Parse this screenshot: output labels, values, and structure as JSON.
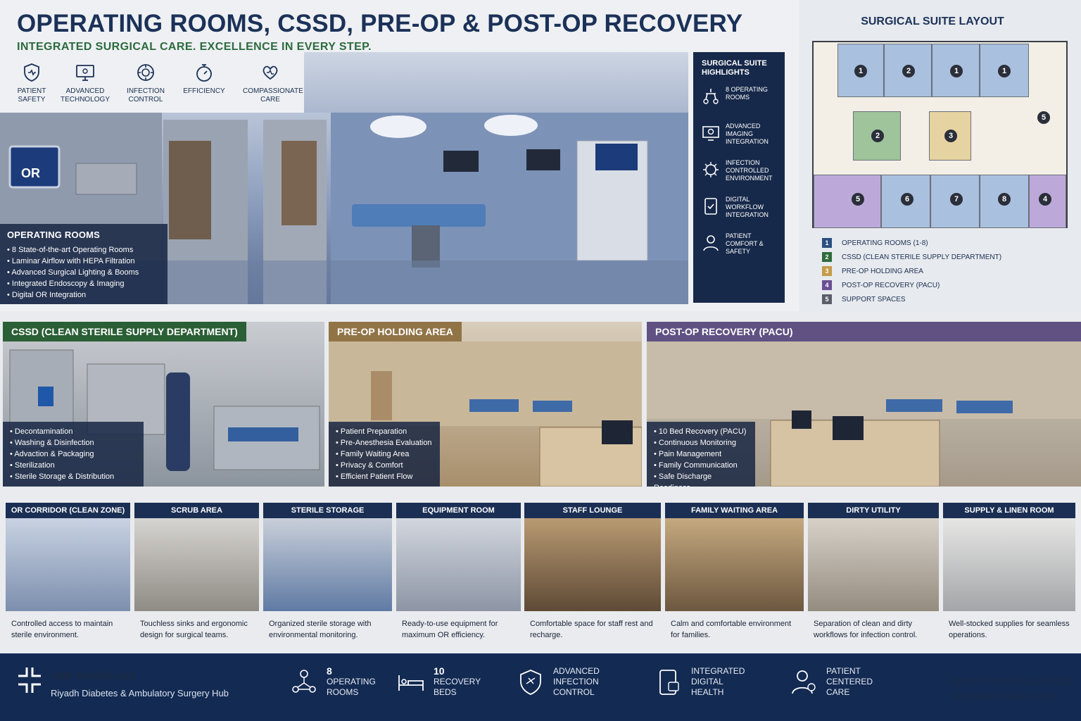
{
  "header": {
    "title": "OPERATING ROOMS, CSSD, PRE-OP & POST-OP RECOVERY",
    "subtitle": "INTEGRATED SURGICAL CARE.  EXCELLENCE IN EVERY STEP."
  },
  "values": [
    {
      "label": "PATIENT SAFETY",
      "icon": "shield-heart-icon"
    },
    {
      "label": "ADVANCED TECHNOLOGY",
      "icon": "monitor-icon"
    },
    {
      "label": "INFECTION CONTROL",
      "icon": "virus-shield-icon"
    },
    {
      "label": "EFFICIENCY",
      "icon": "stopwatch-icon"
    },
    {
      "label": "COMPASSIONATE CARE",
      "icon": "heart-hand-icon"
    }
  ],
  "operating_rooms": {
    "heading": "OPERATING ROOMS",
    "items": [
      "8 State-of-the-art Operating Rooms",
      "Laminar Airflow with HEPA Filtration",
      "Advanced Surgical Lighting & Booms",
      "Integrated Endoscopy & Imaging",
      "Digital OR Integration"
    ],
    "door_screen": "OR"
  },
  "highlights": {
    "heading": "SURGICAL SUITE HIGHLIGHTS",
    "items": [
      {
        "label": "8 OPERATING ROOMS",
        "icon": "surgical-light-icon"
      },
      {
        "label": "ADVANCED IMAGING INTEGRATION",
        "icon": "imaging-monitor-icon"
      },
      {
        "label": "INFECTION CONTROLLED ENVIRONMENT",
        "icon": "virus-icon"
      },
      {
        "label": "DIGITAL WORKFLOW INTEGRATION",
        "icon": "tablet-icon"
      },
      {
        "label": "PATIENT COMFORT & SAFETY",
        "icon": "patient-icon"
      }
    ]
  },
  "layout": {
    "title": "SURGICAL SUITE LAYOUT",
    "plan_numbers": [
      "1",
      "2",
      "1",
      "1",
      "2",
      "3",
      "5",
      "5",
      "6",
      "7",
      "8",
      "4"
    ],
    "legend": [
      {
        "num": "1",
        "label": "OPERATING ROOMS (1-8)",
        "color": "#2c4f80"
      },
      {
        "num": "2",
        "label": "CSSD (CLEAN STERILE SUPPLY DEPARTMENT)",
        "color": "#2f6b3d"
      },
      {
        "num": "3",
        "label": "PRE-OP HOLDING AREA",
        "color": "#c49b4b"
      },
      {
        "num": "4",
        "label": "POST-OP RECOVERY (PACU)",
        "color": "#6b4f93"
      },
      {
        "num": "5",
        "label": "SUPPORT SPACES",
        "color": "#5a5f68"
      }
    ],
    "colors": {
      "or": "#a9c0de",
      "cssd": "#9fc49b",
      "preop": "#e5d3a1",
      "pacu": "#bca9d9",
      "support": "#e3ddd1"
    }
  },
  "sections": [
    {
      "title": "CSSD (CLEAN STERILE SUPPLY DEPARTMENT)",
      "color": "#2b5f36",
      "items": [
        "Decontamination",
        "Washing & Disinfection",
        "Advaction & Packaging",
        "Sterilization",
        "Sterile Storage & Distribution"
      ]
    },
    {
      "title": "PRE-OP HOLDING AREA",
      "color": "#8a6a3a",
      "items": [
        "Patient Preparation",
        "Pre-Anesthesia Evaluation",
        "Family Waiting Area",
        "Privacy & Comfort",
        "Efficient Patient Flow"
      ]
    },
    {
      "title": "POST-OP RECOVERY (PACU)",
      "color": "#56467d",
      "items": [
        "10 Bed Recovery (PACU)",
        "Continuous Monitoring",
        "Pain Management",
        "Family Communication",
        "Safe Discharge Readiness"
      ]
    }
  ],
  "spaces": [
    {
      "title": "OR CORRIDOR (CLEAN ZONE)",
      "text": "Controlled access to maintain sterile environment."
    },
    {
      "title": "SCRUB AREA",
      "text": "Touchless sinks and ergonomic design for surgical teams."
    },
    {
      "title": "STERILE STORAGE",
      "text": "Organized sterile storage with environmental monitoring."
    },
    {
      "title": "EQUIPMENT ROOM",
      "text": "Ready-to-use equipment for maximum OR efficiency."
    },
    {
      "title": "STAFF LOUNGE",
      "text": "Comfortable space for staff rest and recharge."
    },
    {
      "title": "FAMILY WAITING AREA",
      "text": "Calm and comfortable environment for families."
    },
    {
      "title": "DIRTY UTILITY",
      "text": "Separation of clean and dirty workflows for infection control."
    },
    {
      "title": "SUPPLY & LINEN ROOM",
      "text": "Well-stocked supplies for seamless operations."
    }
  ],
  "footer": {
    "brand": "AMI Healthcare",
    "brand_sub": "Riyadh Diabetes & Ambulatory Surgery Hub",
    "stats": [
      {
        "big": "8",
        "l1": "OPERATING",
        "l2": "ROOMS",
        "icon": "network-icon"
      },
      {
        "big": "10",
        "l1": "RECOVERY",
        "l2": "BEDS",
        "icon": "bed-icon"
      },
      {
        "big": "ADVANCED",
        "l1": "INFECTION",
        "l2": "CONTROL",
        "icon": "shield-icon"
      },
      {
        "big": "INTEGRATED",
        "l1": "DIGITAL",
        "l2": "HEALTH",
        "icon": "phone-icon"
      },
      {
        "big": "PATIENT",
        "l1": "CENTERED",
        "l2": "CARE",
        "icon": "patient-care-icon"
      }
    ],
    "tagline_1": "BUILT FOR EXCELLENCE.",
    "tagline_2": "DESIGNED FOR CARE."
  }
}
